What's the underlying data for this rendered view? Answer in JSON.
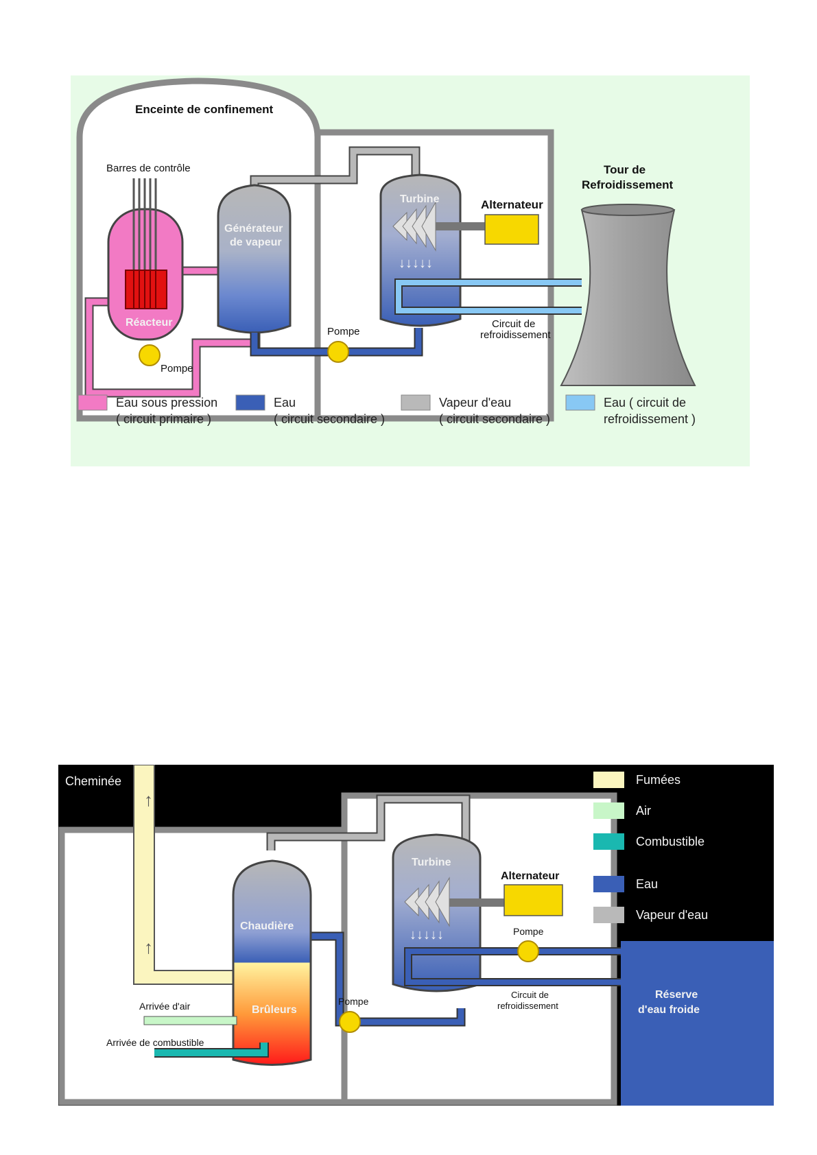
{
  "colors": {
    "primary_water": "#f27ac4",
    "water": "#3a5fb6",
    "steam": "#b9b9b9",
    "cooling_water": "#88c8f4",
    "fumes": "#fbf5bf",
    "air": "#c8f6c8",
    "fuel": "#1ab8b0",
    "alternator": "#f7d800",
    "reactor_core": "#e21111",
    "background_light": "#e7fbe7",
    "background_dark": "#000000"
  },
  "nuclear": {
    "containment_label": "Enceinte de confinement",
    "control_rods_label": "Barres de contrôle",
    "reactor_label": "Réacteur",
    "steam_generator_label_l1": "Générateur",
    "steam_generator_label_l2": "de vapeur",
    "turbine_label": "Turbine",
    "alternator_label": "Alternateur",
    "cooling_tower_label_l1": "Tour de",
    "cooling_tower_label_l2": "Refroidissement",
    "pump_primary_label": "Pompe",
    "pump_secondary_label": "Pompe",
    "cooling_circuit_label_l1": "Circuit de",
    "cooling_circuit_label_l2": "refroidissement",
    "legend": [
      {
        "line1": "Eau sous pression",
        "line2": "( circuit primaire )"
      },
      {
        "line1": "Eau",
        "line2": "( circuit secondaire )"
      },
      {
        "line1": "Vapeur d'eau",
        "line2": "( circuit secondaire )"
      },
      {
        "line1": "Eau ( circuit de",
        "line2": "refroidissement )"
      }
    ]
  },
  "thermal": {
    "chimney_label": "Cheminée",
    "boiler_label": "Chaudière",
    "burners_label": "Brûleurs",
    "air_inlet_label": "Arrivée d'air",
    "fuel_inlet_label": "Arrivée de combustible",
    "pump_label": "Pompe",
    "turbine_label": "Turbine",
    "alternator_label": "Alternateur",
    "cooling_pump_label": "Pompe",
    "cooling_circuit_label_l1": "Circuit de",
    "cooling_circuit_label_l2": "refroidissement",
    "cold_water_label_l1": "Réserve",
    "cold_water_label_l2": "d'eau froide",
    "legend": [
      {
        "label": "Fumées"
      },
      {
        "label": "Air"
      },
      {
        "label": "Combustible"
      },
      {
        "label": "Eau"
      },
      {
        "label": "Vapeur d'eau"
      }
    ]
  }
}
